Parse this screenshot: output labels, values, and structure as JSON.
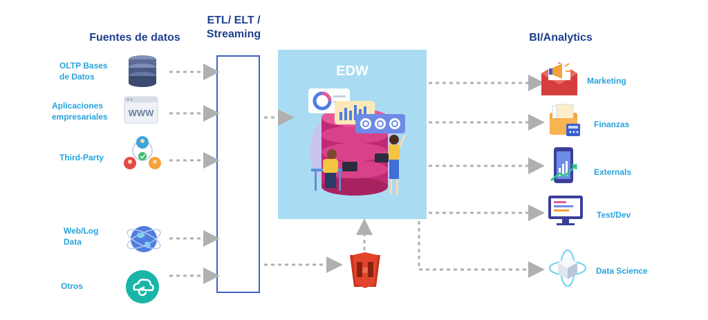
{
  "headings": {
    "sources": "Fuentes de datos",
    "etl_line1": "ETL/ ELT /",
    "etl_line2": "Streaming",
    "bi": "BI/Analytics"
  },
  "sources": [
    {
      "label_lines": [
        "OLTP Bases",
        "de Datos"
      ],
      "icon": "database-icon"
    },
    {
      "label_lines": [
        "Aplicaciones",
        "empresariales"
      ],
      "icon": "www-browser-icon"
    },
    {
      "label_lines": [
        "Third-Party"
      ],
      "icon": "network-users-icon"
    },
    {
      "label_lines": [
        "Web/Log",
        "Data"
      ],
      "icon": "globe-icon"
    },
    {
      "label_lines": [
        "Otros"
      ],
      "icon": "cloud-sync-icon"
    }
  ],
  "edw": {
    "title": "EDW"
  },
  "s3_icon": "s3-bucket-icon",
  "bi_targets": [
    {
      "label": "Marketing",
      "icon": "megaphone-mail-icon"
    },
    {
      "label": "Finanzas",
      "icon": "finance-folder-icon"
    },
    {
      "label": "Externals",
      "icon": "phone-chart-icon"
    },
    {
      "label": "Test/Dev",
      "icon": "monitor-code-icon"
    },
    {
      "label": "Data Science",
      "icon": "cube-orbit-icon"
    }
  ],
  "colors": {
    "heading": "#1f3f8f",
    "label": "#27a3dc",
    "edw_bg": "#a9dcf2",
    "etl_border": "#3b63c8",
    "arrow": "#b0b0b0",
    "s3": "#e0452b"
  }
}
